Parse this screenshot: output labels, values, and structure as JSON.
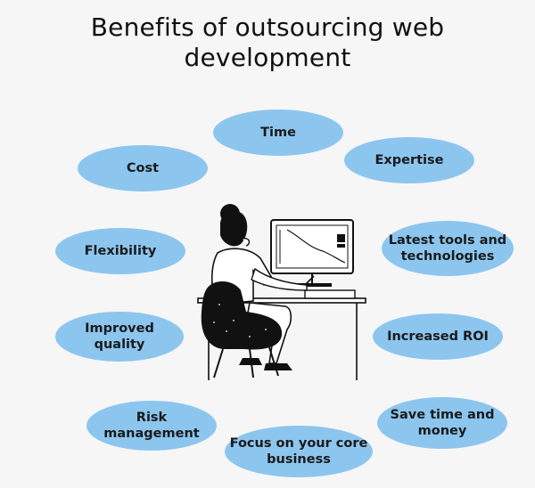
{
  "title": {
    "line1": "Benefits of outsourcing web",
    "line2": "development"
  },
  "benefits": [
    {
      "label": "Time"
    },
    {
      "label": "Cost"
    },
    {
      "label": "Expertise"
    },
    {
      "label": "Flexibility"
    },
    {
      "label": "Latest tools and\ntechnologies"
    },
    {
      "label": "Improved\nquality"
    },
    {
      "label": "Increased ROI"
    },
    {
      "label": "Risk\nmanagement"
    },
    {
      "label": "Save time and\nmoney"
    },
    {
      "label": "Focus on your core\nbusiness"
    }
  ],
  "colors": {
    "pill": "#8cc6ef",
    "background": "#f6f6f6",
    "ink": "#111111"
  },
  "illustration": "person-working-at-computer"
}
